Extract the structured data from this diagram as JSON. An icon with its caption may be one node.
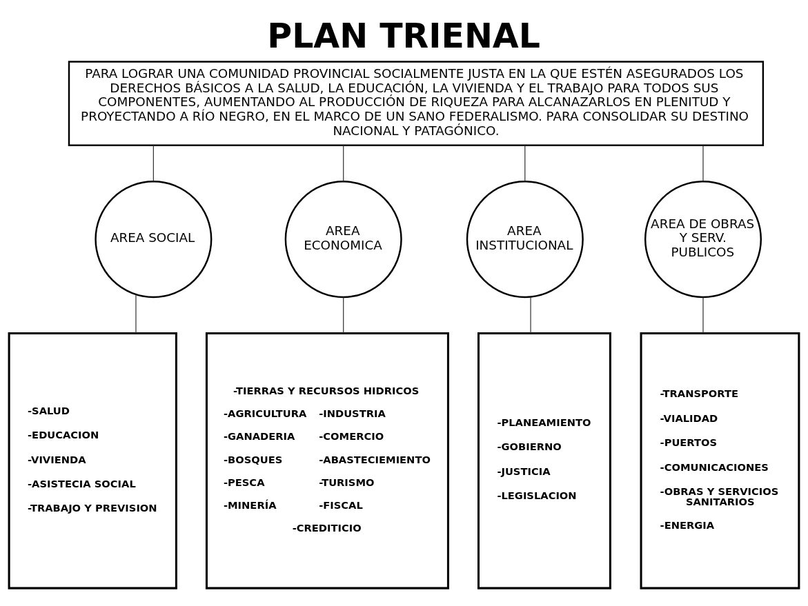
{
  "diagram": {
    "title": "PLAN TRIENAL",
    "nodes": [
      {
        "text": [
          "PARA LOGRAR UNA COMUNIDAD PROVINCIAL SOCIALMENTE JUSTA EN LA QUE ESTÉN ASEGURADOS LOS DERECHOS BÁSICOS A LA SALUD, LA EDUCACIÓN, LA VIVIENDA Y EL TRABAJO PARA TODOS SUS COMPONENTES, AUMENTANDO AL PRODUCCIÓN DE RIQUEZA PARA ALCANAZARLOS EN PLENITUD Y PROYECTANDO A RÍO NEGRO, EN EL MARCO DE UN SANO FEDERALISMO. PARA CONSOLIDAR SU DESTINO NACIONAL Y PATAGÓNICO."
        ]
      },
      {
        "text": [
          "AREA SOCIAL"
        ]
      },
      {
        "text": [
          "AREA ECONOMICA"
        ]
      },
      {
        "text": [
          "AREA INSTITUCIONAL"
        ]
      },
      {
        "text": [
          "AREA DE OBRAS Y SERV. PUBLICOS"
        ]
      },
      {
        "text": [
          "-SALUD",
          "-EDUCACION",
          "-VIVIENDA",
          "-ASISTECIA SOCIAL",
          "-TRABAJO Y PREVISION"
        ]
      },
      {
        "text": [
          "-TIERRAS Y RECURSOS HIDRICOS",
          "-AGRICULTURA",
          "-INDUSTRIA",
          "-GANADERIA",
          "-COMERCIO",
          "-BOSQUES",
          "-ABASTECIEMIENTO",
          "-PESCA",
          "-TURISMO",
          "-MINERÍA",
          "-FISCAL",
          "-CREDITICIO"
        ]
      },
      {
        "text": [
          "-PLANEAMIENTO",
          "-GOBIERNO",
          "-JUSTICIA",
          "-LEGISLACION"
        ]
      },
      {
        "text": [
          "-TRANSPORTE",
          "-VIALIDAD",
          "-PUERTOS",
          "-COMUNICACIONES",
          "-OBRAS Y SERVICIOS SANITARIOS",
          "-ENERGIA"
        ]
      }
    ],
    "edges": [
      {
        "from": 0,
        "to": 1,
        "arrow": "none"
      },
      {
        "from": 0,
        "to": 2,
        "arrow": "none"
      },
      {
        "from": 0,
        "to": 3,
        "arrow": "none"
      },
      {
        "from": 0,
        "to": 4,
        "arrow": "none"
      },
      {
        "from": 1,
        "to": 5,
        "arrow": "none"
      },
      {
        "from": 2,
        "to": 6,
        "arrow": "none"
      },
      {
        "from": 3,
        "to": 7,
        "arrow": "none"
      },
      {
        "from": 4,
        "to": 8,
        "arrow": "none"
      }
    ]
  }
}
